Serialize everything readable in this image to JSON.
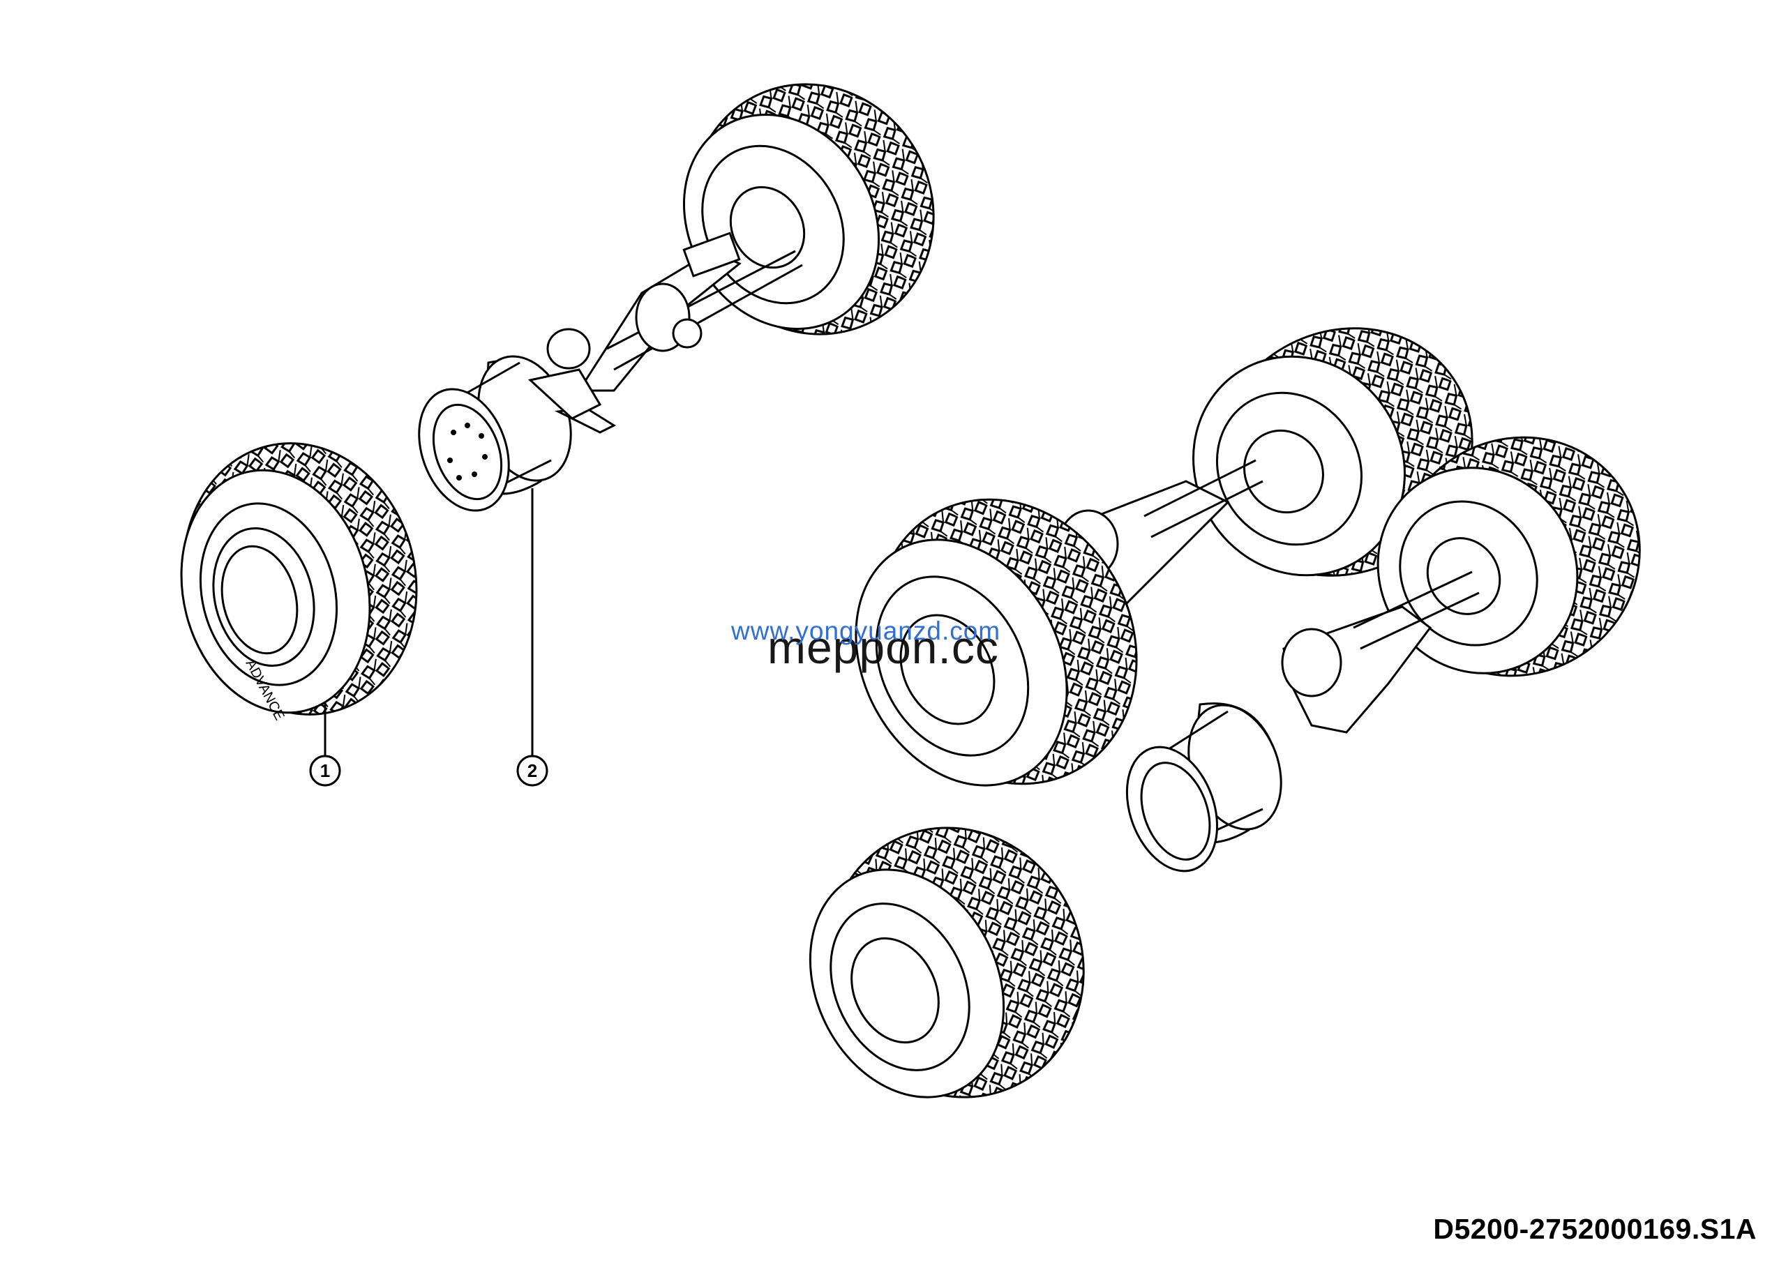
{
  "drawing": {
    "code": "D5200-2752000169.S1A"
  },
  "callouts": [
    {
      "number": "1"
    },
    {
      "number": "2"
    }
  ],
  "watermarks": {
    "url": "www.yongyuanzd.com",
    "brand": "meppon.cc"
  },
  "tire_sidewall_text": "ADVANCE",
  "colors": {
    "line": "#000000",
    "background": "#ffffff",
    "watermark_url": "#2f6fd6"
  }
}
